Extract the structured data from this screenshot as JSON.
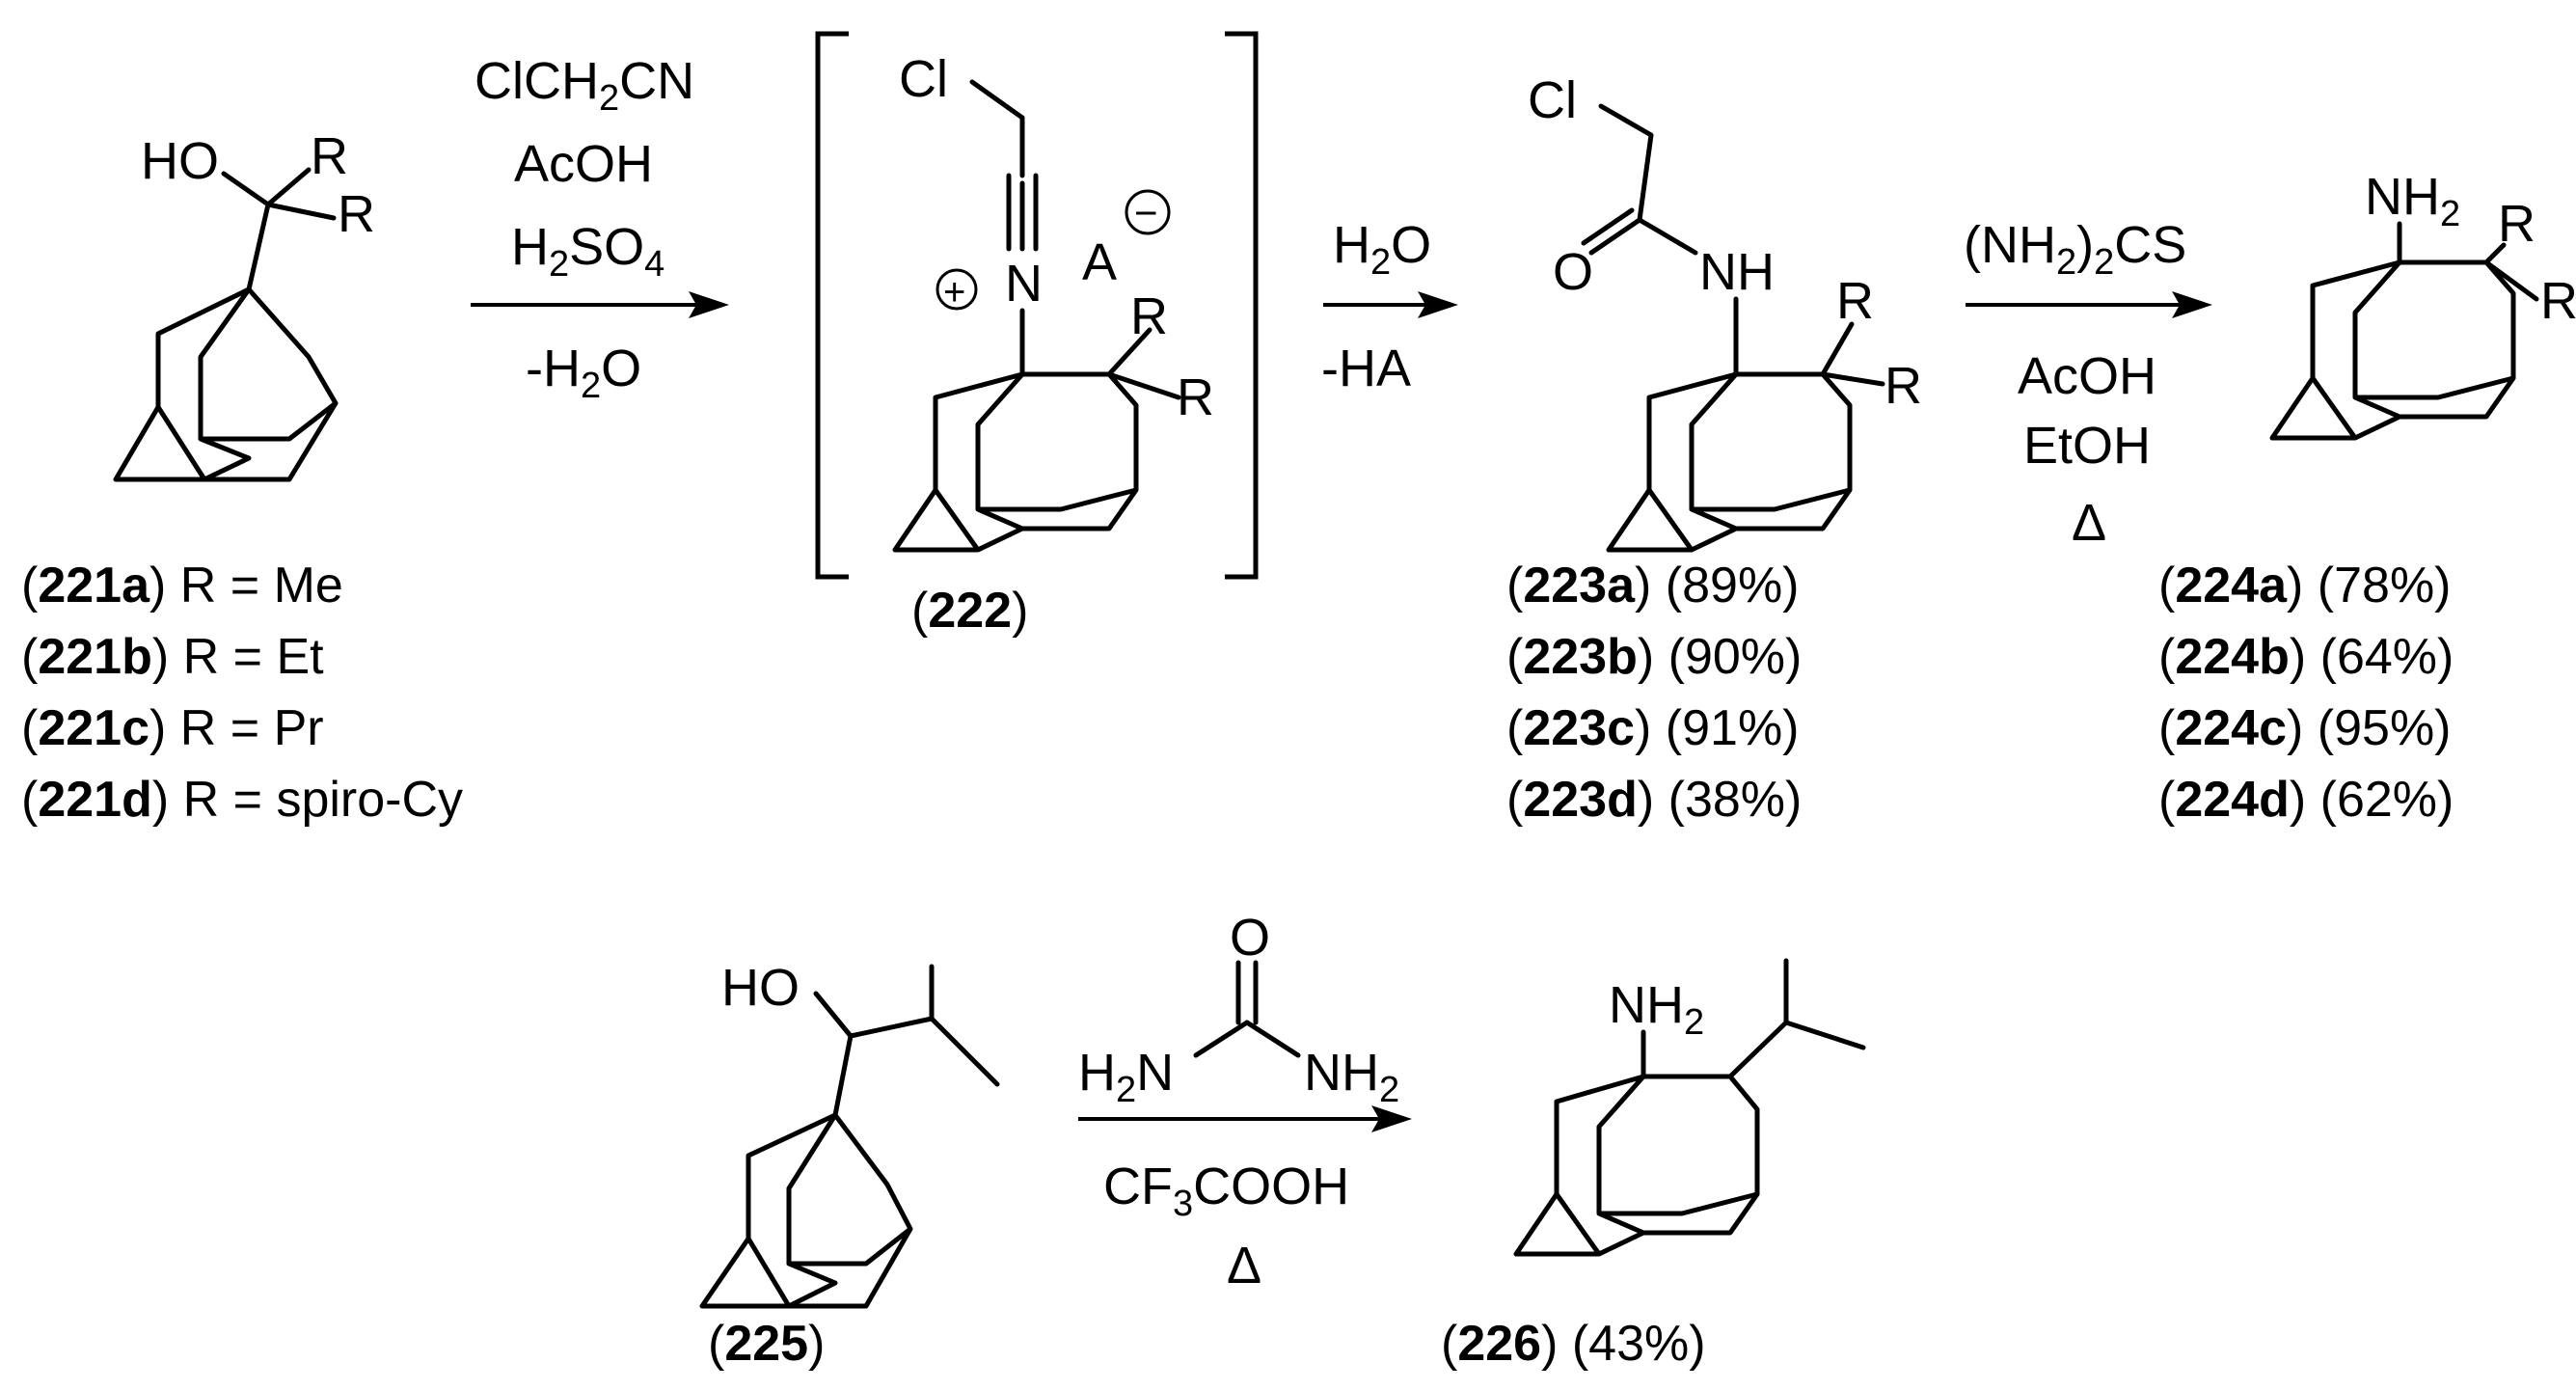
{
  "reagents": {
    "step1": {
      "line1": "ClCH",
      "line1_sub": "2",
      "line1_end": "CN",
      "line2": "AcOH",
      "line3_a": "H",
      "line3_sub1": "2",
      "line3_b": "SO",
      "line3_sub2": "4",
      "line4_a": "-H",
      "line4_sub": "2",
      "line4_b": "O"
    },
    "step2": {
      "line1_a": "H",
      "line1_sub": "2",
      "line1_b": "O",
      "line2": "-HA"
    },
    "step3": {
      "line1_a": "(NH",
      "line1_sub": "2",
      "line1_b": ")",
      "line1_sub2": "2",
      "line1_c": "CS",
      "line2": "AcOH",
      "line3": "EtOH",
      "line4": "Δ"
    },
    "step4": {
      "line1_a": "CF",
      "line1_sub": "3",
      "line1_b": "COOH",
      "line2": "Δ"
    }
  },
  "atoms": {
    "HO": "HO",
    "R": "R",
    "Cl": "Cl",
    "N": "N",
    "A": "A",
    "O": "O",
    "NH": "NH",
    "NH2_a": "NH",
    "NH2_sub": "2",
    "H2N_a": "H",
    "H2N_sub": "2",
    "H2N_b": "N",
    "plus": "+",
    "minus": "−"
  },
  "compounds": {
    "c221": [
      {
        "num": "221a",
        "text": " R = Me"
      },
      {
        "num": "221b",
        "text": " R = Et"
      },
      {
        "num": "221c",
        "text": " R = Pr"
      },
      {
        "num": "221d",
        "text": " R = spiro-Cy"
      }
    ],
    "c222": {
      "num": "222"
    },
    "c223": [
      {
        "num": "223a",
        "text": " (89%)"
      },
      {
        "num": "223b",
        "text": " (90%)"
      },
      {
        "num": "223c",
        "text": " (91%)"
      },
      {
        "num": "223d",
        "text": " (38%)"
      }
    ],
    "c224": [
      {
        "num": "224a",
        "text": " (78%)"
      },
      {
        "num": "224b",
        "text": " (64%)"
      },
      {
        "num": "224c",
        "text": " (95%)"
      },
      {
        "num": "224d",
        "text": " (62%)"
      }
    ],
    "c225": {
      "num": "225"
    },
    "c226": {
      "num": "226",
      "text": " (43%)"
    }
  }
}
